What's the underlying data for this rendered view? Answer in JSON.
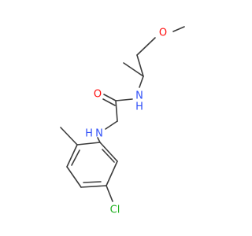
{
  "molecule": {
    "atoms": {
      "O_methoxy": {
        "label": "O",
        "color": "#ff0d0d"
      },
      "O_carbonyl": {
        "label": "O",
        "color": "#ff0d0d"
      },
      "N_amide": {
        "label": "N",
        "color": "#3050f8"
      },
      "H_amide": {
        "label": "H",
        "color": "#3050f8"
      },
      "N_amine": {
        "label": "N",
        "color": "#3050f8"
      },
      "H_amine": {
        "label": "H",
        "color": "#3050f8"
      },
      "Cl": {
        "label": "Cl",
        "color": "#1fb01f"
      }
    },
    "bond_color": "#3c3c3c"
  }
}
